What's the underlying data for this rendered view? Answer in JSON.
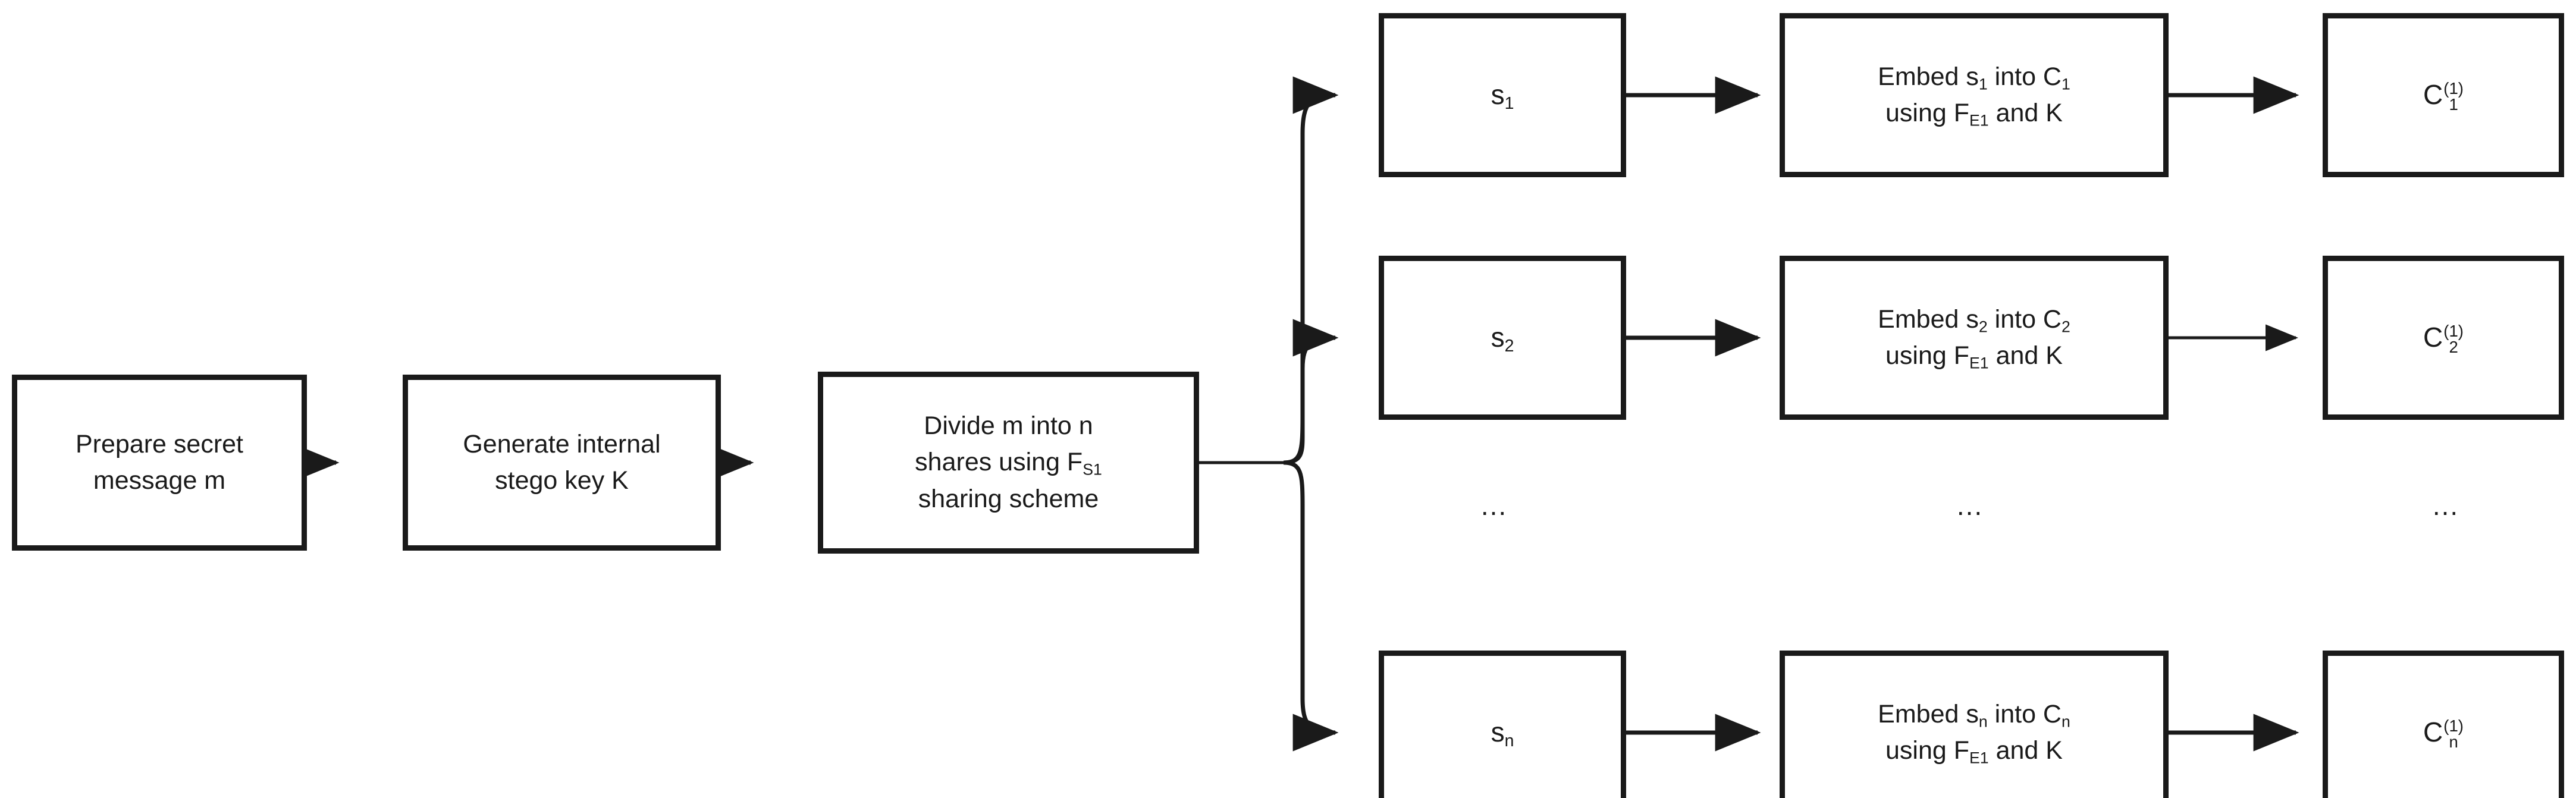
{
  "diagram": {
    "title": "Secret sharing based steganography embedding flowchart",
    "stroke_color": "#1a1a1a",
    "fill_color": "#ffffff"
  },
  "nodes": {
    "prepare": {
      "line1": "Prepare secret",
      "line2": "message m"
    },
    "generate_key": {
      "line1": "Generate internal",
      "line2": "stego key K"
    },
    "divide": {
      "line1": "Divide m into n",
      "line2_a": "shares using F",
      "line2_sub": "S1",
      "line3": "sharing scheme"
    },
    "share_1": {
      "base": "s",
      "sub": "1"
    },
    "share_2": {
      "base": "s",
      "sub": "2"
    },
    "share_n": {
      "base": "s",
      "sub": "n"
    },
    "embed_1": {
      "line1_a": "Embed s",
      "line1_sub1": "1",
      "line1_b": " into C",
      "line1_sub2": "1",
      "line2_a": "using F",
      "line2_sub": "E1",
      "line2_b": " and K"
    },
    "embed_2": {
      "line1_a": "Embed s",
      "line1_sub1": "2",
      "line1_b": " into C",
      "line1_sub2": "2",
      "line2_a": "using F",
      "line2_sub": "E1",
      "line2_b": " and K"
    },
    "embed_n": {
      "line1_a": "Embed s",
      "line1_sub1": "n",
      "line1_b": " into C",
      "line1_sub2": "n",
      "line2_a": "using F",
      "line2_sub": "E1",
      "line2_b": " and K"
    },
    "stego_1": {
      "base": "C",
      "sup": "(1)",
      "sub": "1"
    },
    "stego_2": {
      "base": "C",
      "sup": "(1)",
      "sub": "2"
    },
    "stego_n": {
      "base": "C",
      "sup": "(1)",
      "sub": "n"
    }
  },
  "ellipses": {
    "shares_col": "...",
    "embed_col": "...",
    "stego_col": "..."
  }
}
